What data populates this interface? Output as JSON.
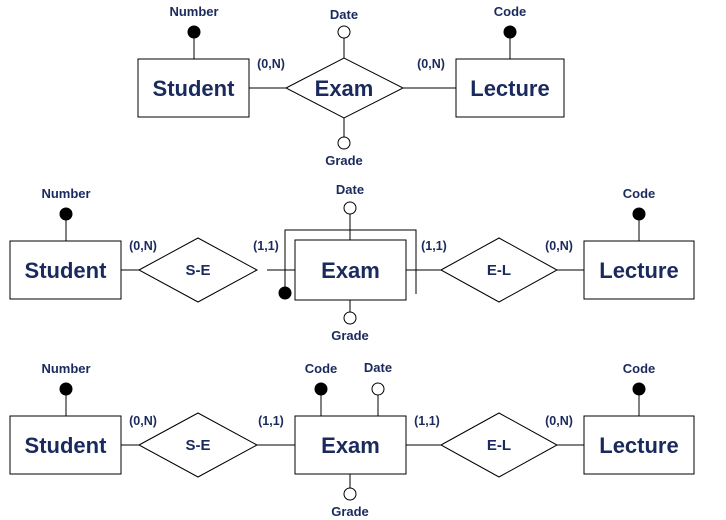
{
  "diagram1": {
    "entities": {
      "student": "Student",
      "lecture": "Lecture"
    },
    "relationship": "Exam",
    "attributes": {
      "student_number": "Number",
      "lecture_code": "Code",
      "exam_date": "Date",
      "exam_grade": "Grade"
    },
    "cardinalities": {
      "student_side": "(0,N)",
      "lecture_side": "(0,N)"
    }
  },
  "diagram2": {
    "entities": {
      "student": "Student",
      "exam": "Exam",
      "lecture": "Lecture"
    },
    "relationships": {
      "se": "S-E",
      "el": "E-L"
    },
    "attributes": {
      "student_number": "Number",
      "lecture_code": "Code",
      "exam_date": "Date",
      "exam_grade": "Grade"
    },
    "cardinalities": {
      "student_se": "(0,N)",
      "exam_se": "(1,1)",
      "exam_el": "(1,1)",
      "lecture_el": "(0,N)"
    }
  },
  "diagram3": {
    "entities": {
      "student": "Student",
      "exam": "Exam",
      "lecture": "Lecture"
    },
    "relationships": {
      "se": "S-E",
      "el": "E-L"
    },
    "attributes": {
      "student_number": "Number",
      "exam_code": "Code",
      "exam_date": "Date",
      "exam_grade": "Grade",
      "lecture_code": "Code"
    },
    "cardinalities": {
      "student_se": "(0,N)",
      "exam_se": "(1,1)",
      "exam_el": "(1,1)",
      "lecture_el": "(0,N)"
    }
  },
  "colors": {
    "text": "#1a2a5c",
    "line": "#000000",
    "fill": "#ffffff"
  }
}
